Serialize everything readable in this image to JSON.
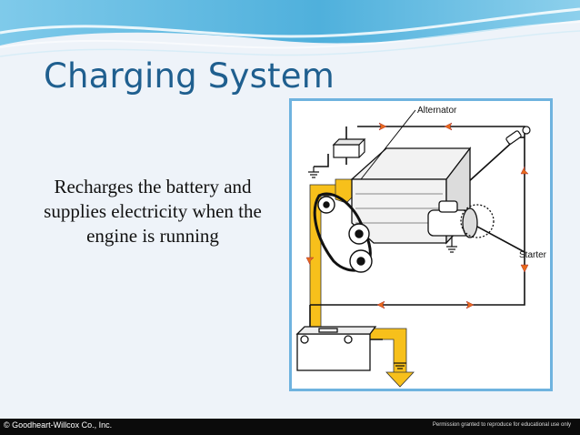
{
  "slide": {
    "title": "Charging System",
    "body": "Recharges the battery and supplies electricity when the engine is running"
  },
  "diagram": {
    "labels": {
      "alternator": "Alternator",
      "starter": "Starter"
    },
    "colors": {
      "current_path": "#f7c01b",
      "arrow": "#e86a1c",
      "line": "#111111",
      "frame": "#6fb3df"
    }
  },
  "footer": {
    "left": "© Goodheart-Willcox Co., Inc.",
    "right": "Permission granted to reproduce for educational use only"
  },
  "theme": {
    "title_color": "#1f5f8f",
    "background": "#eef3f9",
    "header_blue": "#54b3dd"
  }
}
